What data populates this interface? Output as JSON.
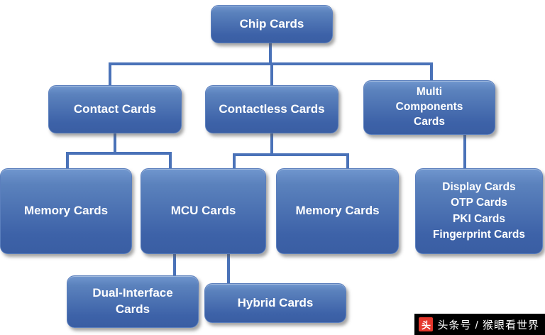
{
  "colors": {
    "node_top": "#7096ce",
    "node_bottom": "#3d62a8",
    "line": "#4a72b8",
    "text": "#ffffff",
    "watermark_bg": "#000000",
    "watermark_red": "#e5372c"
  },
  "diagram": {
    "type": "hierarchy",
    "nodes": {
      "chip": "Chip Cards",
      "contact": "Contact Cards",
      "contactless": "Contactless Cards",
      "multi": "Multi\nComponents\nCards",
      "memory_left": "Memory Cards",
      "mcu": "MCU Cards",
      "memory_right": "Memory Cards",
      "display_group": "Display Cards\nOTP Cards\nPKI Cards\nFingerprint Cards",
      "dual_interface": "Dual-Interface\nCards",
      "hybrid": "Hybrid Cards"
    },
    "edges": [
      [
        "Chip Cards",
        "Contact Cards"
      ],
      [
        "Chip Cards",
        "Contactless Cards"
      ],
      [
        "Chip Cards",
        "Multi Components Cards"
      ],
      [
        "Contact Cards",
        "Memory Cards"
      ],
      [
        "Contact Cards",
        "MCU Cards"
      ],
      [
        "Contactless Cards",
        "MCU Cards"
      ],
      [
        "Contactless Cards",
        "Memory Cards"
      ],
      [
        "Multi Components Cards",
        "Display Cards / OTP Cards / PKI Cards / Fingerprint Cards"
      ],
      [
        "MCU Cards",
        "Dual-Interface Cards"
      ],
      [
        "MCU Cards",
        "Hybrid Cards"
      ]
    ]
  },
  "watermark": {
    "logo_glyph": "头",
    "text": "头条号 / 猴眼看世界"
  }
}
